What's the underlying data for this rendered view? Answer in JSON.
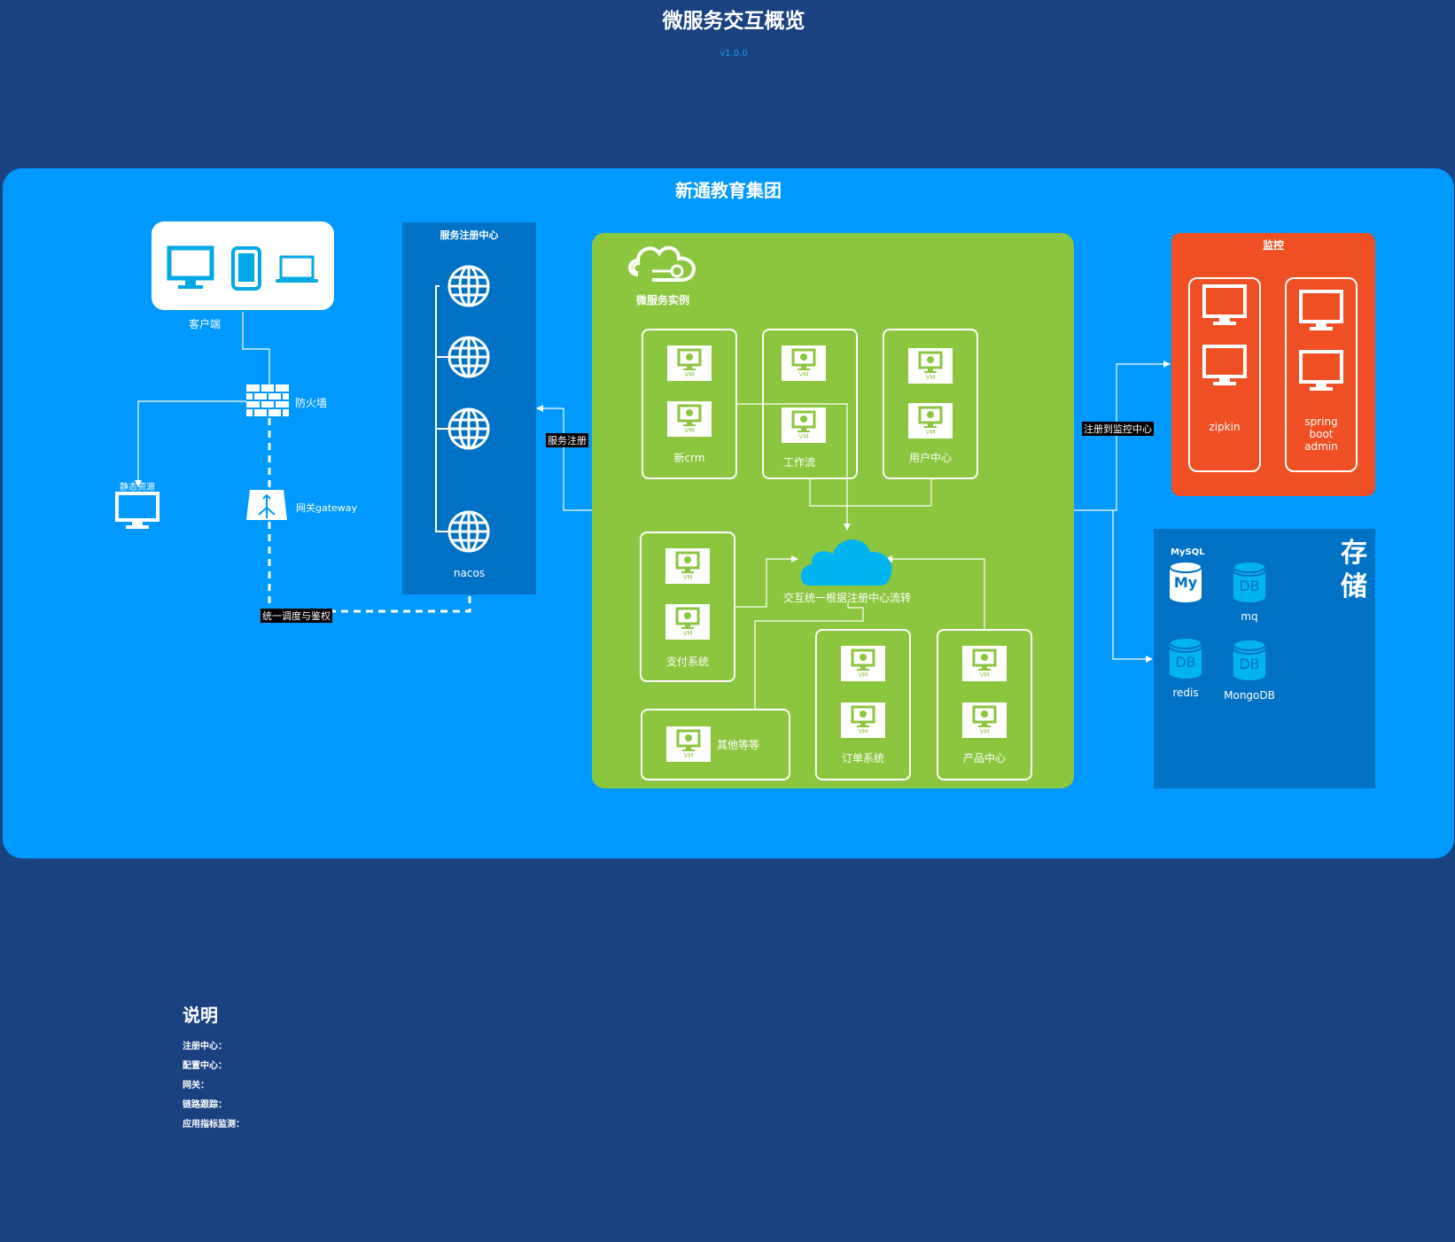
{
  "header": {
    "title": "微服务交互概览",
    "version": "v1.0.0"
  },
  "group": {
    "title": "新通教育集团"
  },
  "client": {
    "label": "客户端"
  },
  "firewall": {
    "label": "防火墙"
  },
  "static_res": {
    "label": "静态资源"
  },
  "gateway": {
    "label": "网关gateway"
  },
  "registry": {
    "title": "服务注册中心",
    "label": "nacos"
  },
  "micro": {
    "title": "微服务实例",
    "vm_text": "VM",
    "services": [
      "新crm",
      "工作流",
      "用户中心",
      "支付系统",
      "其他等等",
      "订单系统",
      "产品中心"
    ],
    "hub_label": "交互统一根据注册中心流转"
  },
  "monitor": {
    "title": "监控",
    "items": [
      "zipkin",
      "spring\nboot\nadmin"
    ]
  },
  "storage": {
    "title": "存储",
    "mysql_label": "MySQL",
    "mysql_logo": "My",
    "db_text": "DB",
    "items": [
      "mq",
      "redis",
      "MongoDB"
    ]
  },
  "edges": {
    "register": "服务注册",
    "monitor_reg": "注册到监控中心",
    "dispatch": "统一调度与鉴权"
  },
  "notes": {
    "title": "说明",
    "items": [
      "注册中心：",
      "配置中心：",
      "网关：",
      "链路跟踪：",
      "应用指标监测："
    ]
  },
  "colors": {
    "background": "#1a4180",
    "group": "#0099ff",
    "registry": "#0072c6",
    "micro": "#8cc63f",
    "monitor": "#f04e23",
    "storage": "#0072c6",
    "hub": "#00b4f0",
    "client_icon": "#00a9e6"
  }
}
